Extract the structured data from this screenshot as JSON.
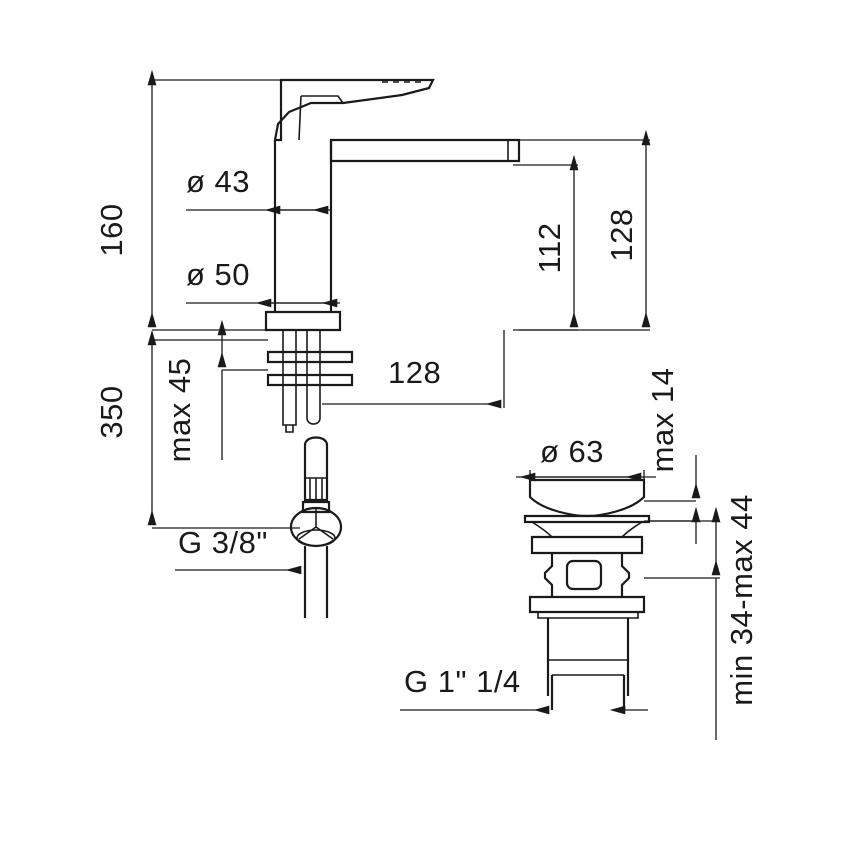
{
  "drawing": {
    "title": "Basin mixer tap and pop-up waste technical dimension drawing",
    "units": "mm",
    "line_color": "#1a1a1a",
    "background_color": "#ffffff"
  },
  "dimensions": {
    "total_height_above": "160",
    "total_height_below": "350",
    "spout_diameter_upper": "ø 43",
    "body_diameter_lower": "ø 50",
    "spout_reach_inner": "112",
    "spout_reach_outer": "128",
    "base_projection": "128",
    "max_mount_thickness": "max 45",
    "supply_thread": "G 3/8\"",
    "waste_cap_diameter": "ø 63",
    "waste_max_gap": "max 14",
    "waste_thread": "G 1\" 1/4",
    "waste_range": "min 34-max 44"
  },
  "labels": [
    {
      "id": "h160",
      "text": "160",
      "orientation": "vertical"
    },
    {
      "id": "h350",
      "text": "350",
      "orientation": "vertical"
    },
    {
      "id": "d43",
      "text": "ø 43",
      "orientation": "horizontal"
    },
    {
      "id": "d50",
      "text": "ø 50",
      "orientation": "horizontal"
    },
    {
      "id": "r112",
      "text": "112",
      "orientation": "vertical"
    },
    {
      "id": "r128",
      "text": "128",
      "orientation": "vertical"
    },
    {
      "id": "b128",
      "text": "128",
      "orientation": "horizontal"
    },
    {
      "id": "max45",
      "text": "max 45",
      "orientation": "vertical"
    },
    {
      "id": "g38",
      "text": "G 3/8\"",
      "orientation": "horizontal"
    },
    {
      "id": "d63",
      "text": "ø 63",
      "orientation": "horizontal"
    },
    {
      "id": "max14",
      "text": "max 14",
      "orientation": "vertical"
    },
    {
      "id": "g114",
      "text": "G 1\" 1/4",
      "orientation": "horizontal"
    },
    {
      "id": "range3444",
      "text": "min 34-max 44",
      "orientation": "vertical"
    }
  ]
}
